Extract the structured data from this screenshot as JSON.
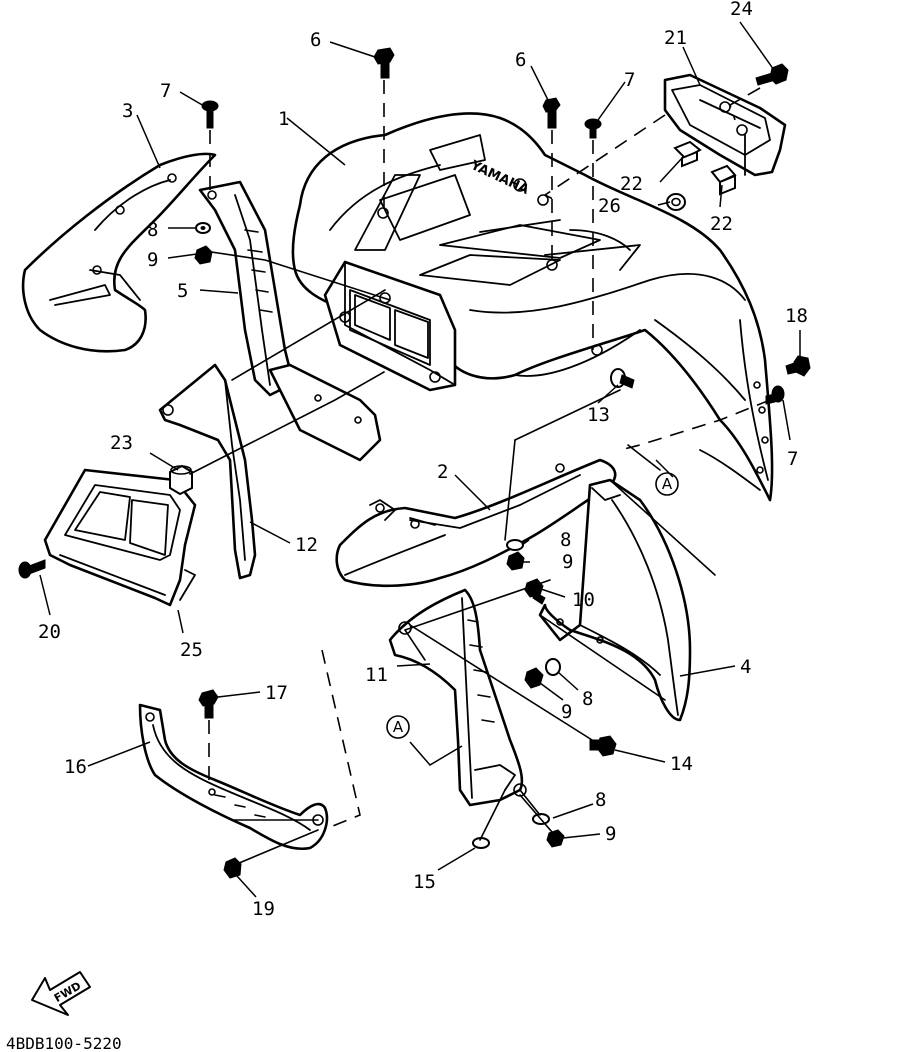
{
  "diagram": {
    "code": "4BDB100-5220",
    "fwd_label": "FWD",
    "brand_logo_text": "YAMAHA",
    "circle_ref": "A",
    "labels": {
      "l1": "1",
      "l2": "2",
      "l3": "3",
      "l4": "4",
      "l5": "5",
      "l6a": "6",
      "l6b": "6",
      "l7a": "7",
      "l7b": "7",
      "l7c": "7",
      "l8a": "8",
      "l8b": "8",
      "l8c": "8",
      "l8d": "8",
      "l9a": "9",
      "l9b": "9",
      "l9c": "9",
      "l9d": "9",
      "l10": "10",
      "l11": "11",
      "l12": "12",
      "l13": "13",
      "l14": "14",
      "l15": "15",
      "l16": "16",
      "l17": "17",
      "l18": "18",
      "l19": "19",
      "l20": "20",
      "l21": "21",
      "l22a": "22",
      "l22b": "22",
      "l23": "23",
      "l24": "24",
      "l25": "25",
      "l26": "26"
    }
  }
}
